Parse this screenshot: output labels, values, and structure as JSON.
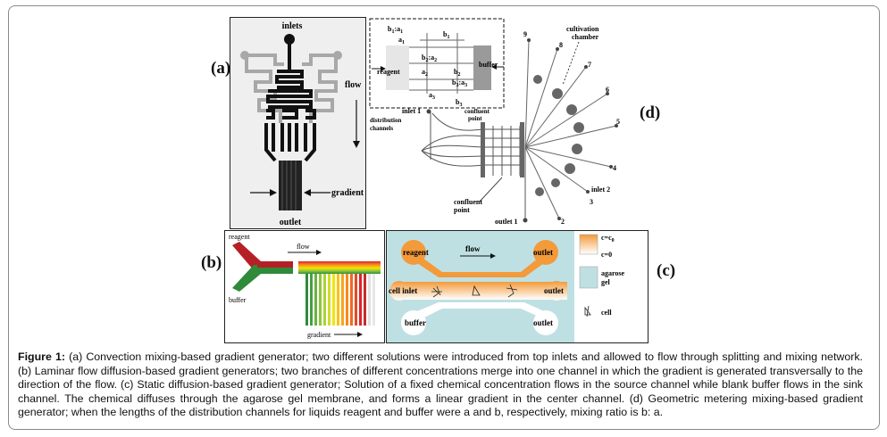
{
  "labels": {
    "a": "(a)",
    "b": "(b)",
    "c": "(c)",
    "d": "(d)"
  },
  "panel_a": {
    "inlets": "inlets",
    "flow": "flow",
    "gradient": "gradient",
    "outlet": "outlet"
  },
  "panel_b": {
    "reagent": "reagent",
    "buffer": "buffer",
    "flow": "flow",
    "gradient": "gradient"
  },
  "panel_c": {
    "reagent": "reagent",
    "outlet_top": "outlet",
    "flow": "flow",
    "cell_inlet": "cell inlet",
    "outlet_mid": "outlet",
    "buffer": "buffer",
    "outlet_bottom": "outlet",
    "legend_c0": "c=c",
    "legend_c0_sub": "0",
    "legend_czero": "c=0",
    "legend_agarose_1": "agarose",
    "legend_agarose_2": "gel",
    "legend_cell": "cell",
    "colors": {
      "orange": "#f39a3a",
      "gel": "#bfe0e3"
    }
  },
  "panel_d": {
    "b1a1": "b",
    "b1a1_sub1": "1",
    "b1a1_sep": ":a",
    "b1a1_sub2": "1",
    "a1": "a",
    "a1_sub": "1",
    "b1": "b",
    "b1_sub": "1",
    "b2a2": "b",
    "b2a2_sub1": "2",
    "b2a2_sep": ":a",
    "b2a2_sub2": "2",
    "a2": "a",
    "a2_sub": "2",
    "b2": "b",
    "b2_sub": "2",
    "b3a3": "b",
    "b3a3_sub1": "3",
    "b3a3_sep": ":a",
    "b3a3_sub2": "3",
    "a3": "a",
    "a3_sub": "3",
    "b3": "b",
    "b3_sub": "3",
    "reagent": "reagent",
    "buffer": "buffer",
    "confluent_1": "confluent",
    "confluent_2": "point",
    "inlet1": "inlet 1",
    "distribution_1": "distribution",
    "distribution_2": "channels",
    "cultivation_1": "cultivation",
    "cultivation_2": "chamber",
    "confluent_point_1": "confluent",
    "confluent_point_2": "point",
    "outlet1": "outlet 1",
    "inlet2": "inlet 2",
    "numbers": [
      "9",
      "8",
      "7",
      "6",
      "5",
      "4",
      "3",
      "2"
    ]
  },
  "caption": {
    "title": "Figure 1:",
    "text": " (a) Convection mixing-based gradient generator; two different solutions were introduced from top inlets and allowed to flow through splitting and mixing network. (b) Laminar flow diffusion-based gradient generators; two branches of different concentrations merge into one channel in which the gradient is generated transversally to the direction of the flow. (c) Static diffusion-based gradient generator; Solution of a fixed chemical concentration flows in the source channel while blank buffer flows in the sink channel. The chemical diffuses through the agarose gel membrane, and forms a linear gradient in the center channel. (d) Geometric metering mixing-based gradient generator; when the lengths of the distribution channels for liquids reagent and buffer were a and b, respectively, mixing ratio is b: a."
  }
}
